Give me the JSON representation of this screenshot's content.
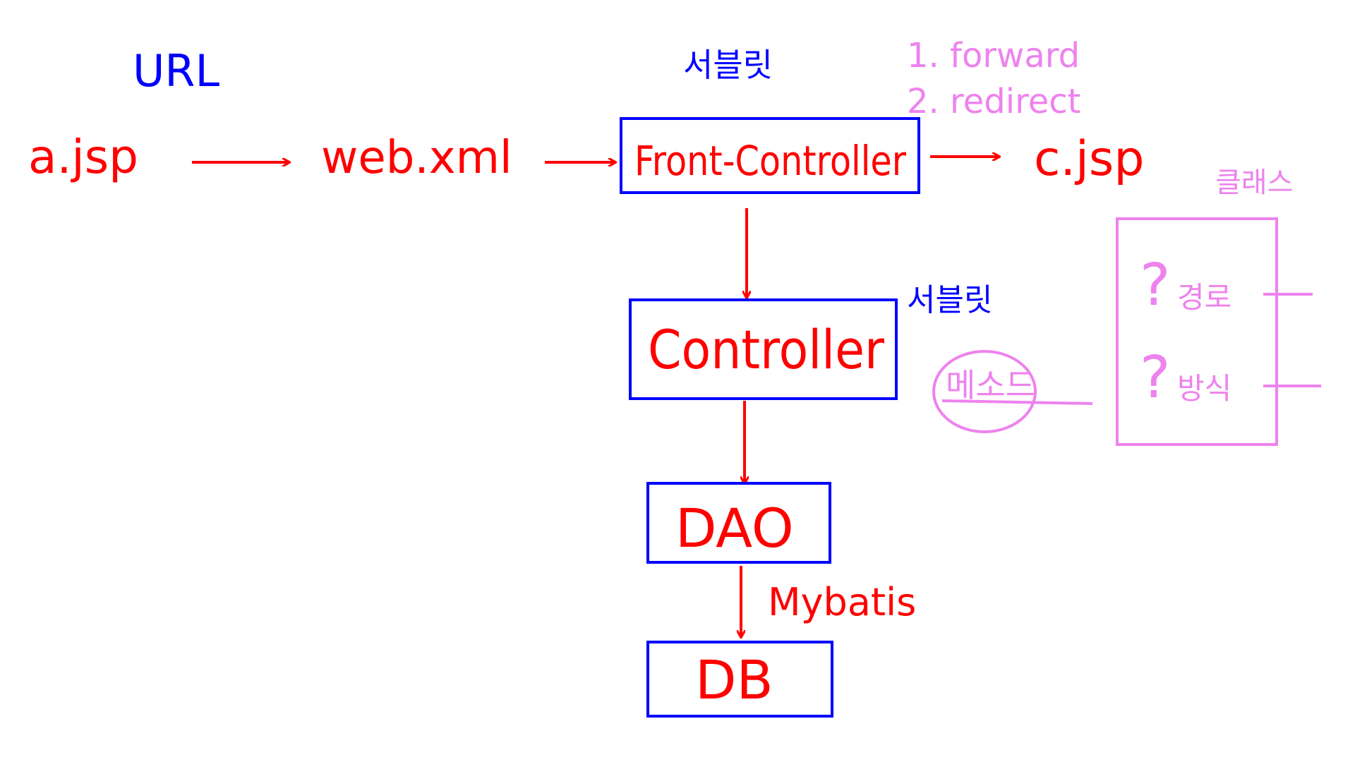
{
  "colors": {
    "red": "#ff0000",
    "blue": "#0000ff",
    "pink": "#ee82ee",
    "background": "#ffffff"
  },
  "labels": {
    "url": "URL",
    "servlet": "서블릿",
    "forward": "1. forward",
    "redirect": "2. redirect",
    "a_jsp": "a.jsp",
    "web_xml": "web.xml",
    "c_jsp": "c.jsp",
    "front_controller": "Front-Controller",
    "controller": "Controller",
    "dao": "DAO",
    "db": "DB",
    "mybatis": "Mybatis",
    "service": "서블릿",
    "method": "메소드",
    "class": "클래스",
    "path_q": "?",
    "path": "경로",
    "way_q": "?",
    "way": "방식"
  }
}
